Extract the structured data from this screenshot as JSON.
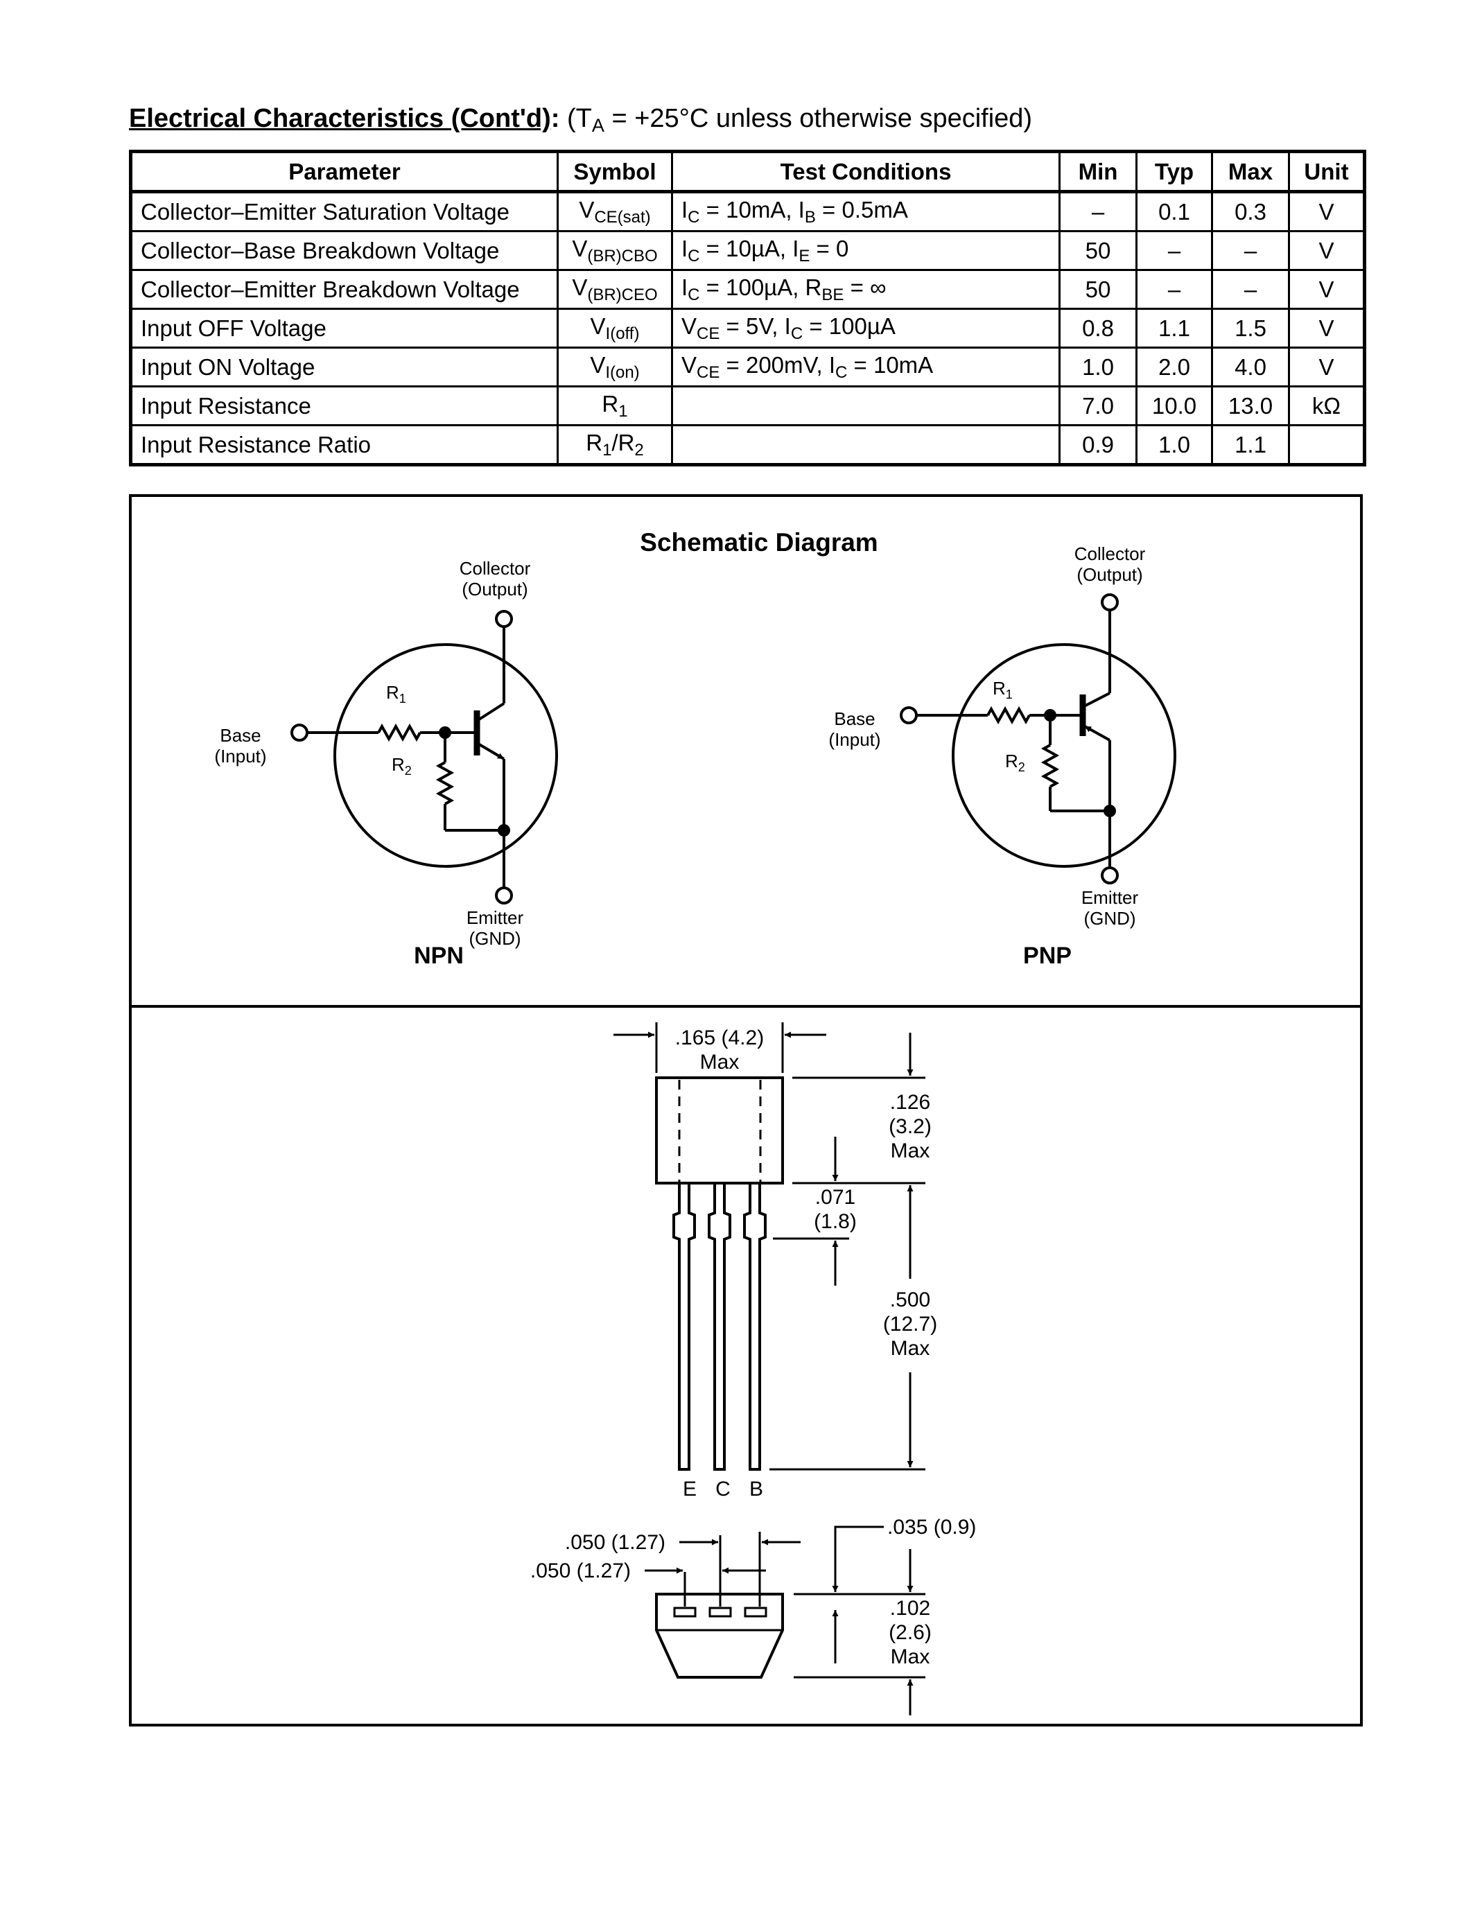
{
  "heading": {
    "title": "Electrical Characteristics (Cont'd)",
    "colon": ":",
    "condition_prefix": " (T",
    "condition_sub": "A",
    "condition_suffix": " = +25°C unless otherwise specified)"
  },
  "table": {
    "headers": [
      "Parameter",
      "Symbol",
      "Test Conditions",
      "Min",
      "Typ",
      "Max",
      "Unit"
    ],
    "rows": [
      {
        "parameter": "Collector–Emitter Saturation Voltage",
        "symbol": {
          "main": "V",
          "sub": "CE(sat)",
          "after": ""
        },
        "conditions": [
          {
            "t": "I"
          },
          {
            "s": "C"
          },
          {
            "t": " = 10mA, I"
          },
          {
            "s": "B"
          },
          {
            "t": " = 0.5mA"
          }
        ],
        "min": "–",
        "typ": "0.1",
        "max": "0.3",
        "unit": "V"
      },
      {
        "parameter": "Collector–Base Breakdown Voltage",
        "symbol": {
          "main": "V",
          "sub": "(BR)CBO",
          "after": ""
        },
        "conditions": [
          {
            "t": "I"
          },
          {
            "s": "C"
          },
          {
            "t": " = 10µA, I"
          },
          {
            "s": "E"
          },
          {
            "t": " = 0"
          }
        ],
        "min": "50",
        "typ": "–",
        "max": "–",
        "unit": "V"
      },
      {
        "parameter": "Collector–Emitter Breakdown Voltage",
        "symbol": {
          "main": "V",
          "sub": "(BR)CEO",
          "after": ""
        },
        "conditions": [
          {
            "t": "I"
          },
          {
            "s": "C"
          },
          {
            "t": " = 100µA, R"
          },
          {
            "s": "BE"
          },
          {
            "t": " = ∞"
          }
        ],
        "min": "50",
        "typ": "–",
        "max": "–",
        "unit": "V"
      },
      {
        "parameter": "Input OFF Voltage",
        "symbol": {
          "main": "V",
          "sub": "I(off)",
          "after": ""
        },
        "conditions": [
          {
            "t": "V"
          },
          {
            "s": "CE"
          },
          {
            "t": " = 5V, I"
          },
          {
            "s": "C"
          },
          {
            "t": " = 100µA"
          }
        ],
        "min": "0.8",
        "typ": "1.1",
        "max": "1.5",
        "unit": "V"
      },
      {
        "parameter": "Input ON Voltage",
        "symbol": {
          "main": "V",
          "sub": "I(on)",
          "after": ""
        },
        "conditions": [
          {
            "t": "V"
          },
          {
            "s": "CE"
          },
          {
            "t": " = 200mV, I"
          },
          {
            "s": "C"
          },
          {
            "t": " = 10mA"
          }
        ],
        "min": "1.0",
        "typ": "2.0",
        "max": "4.0",
        "unit": "V"
      },
      {
        "parameter": "Input Resistance",
        "symbol": {
          "main": "R",
          "sub": "1",
          "after": ""
        },
        "conditions": [],
        "min": "7.0",
        "typ": "10.0",
        "max": "13.0",
        "unit": "kΩ"
      },
      {
        "parameter": "Input Resistance Ratio",
        "symbol": {
          "main": "R",
          "sub": "1",
          "after": "/R",
          "sub2": "2"
        },
        "conditions": [],
        "min": "0.9",
        "typ": "1.0",
        "max": "1.1",
        "unit": ""
      }
    ]
  },
  "schematic": {
    "title": "Schematic Diagram",
    "collector_label": "Collector",
    "output_label": "(Output)",
    "base_label": "Base",
    "input_label": "(Input)",
    "emitter_label": "Emitter",
    "gnd_label": "(GND)",
    "r1_main": "R",
    "r1_sub": "1",
    "r2_main": "R",
    "r2_sub": "2",
    "npn_label": "NPN",
    "pnp_label": "PNP"
  },
  "package": {
    "width_dim": ".165 (4.2)",
    "width_max": "Max",
    "height_dim": ".126",
    "height_mm": "(3.2)",
    "height_max": "Max",
    "shoulder_dim": ".071",
    "shoulder_mm": "(1.8)",
    "lead_dim": ".500",
    "lead_mm": "(12.7)",
    "lead_max": "Max",
    "pins": [
      "E",
      "C",
      "B"
    ],
    "pitch1": ".050 (1.27)",
    "pitch2": ".050 (1.27)",
    "lead_width": ".035 (0.9)",
    "depth_dim": ".102",
    "depth_mm": "(2.6)",
    "depth_max": "Max"
  }
}
